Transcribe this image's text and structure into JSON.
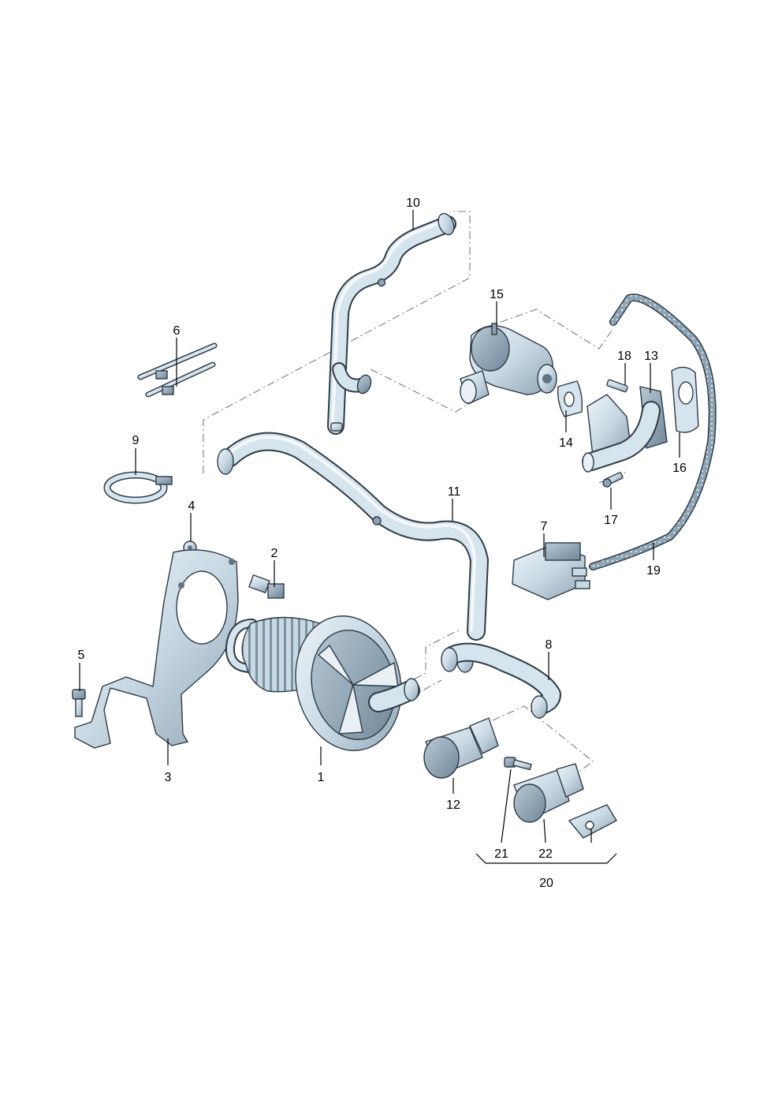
{
  "labels": {
    "l1": "1",
    "l2": "2",
    "l3": "3",
    "l4": "4",
    "l5": "5",
    "l6": "6",
    "l7": "7",
    "l8": "8",
    "l9": "9",
    "l10": "10",
    "l11": "11",
    "l12": "12",
    "l13": "13",
    "l14": "14",
    "l15": "15",
    "l16": "16",
    "l17": "17",
    "l18": "18",
    "l19": "19",
    "l20": "20",
    "l21": "21",
    "l22": "22"
  },
  "colors": {
    "part_fill": "#c9d9e4",
    "part_shadow": "#8ea4b4",
    "outline": "#2e3b46",
    "leader": "#000000",
    "dash": "#6e7f8e"
  }
}
